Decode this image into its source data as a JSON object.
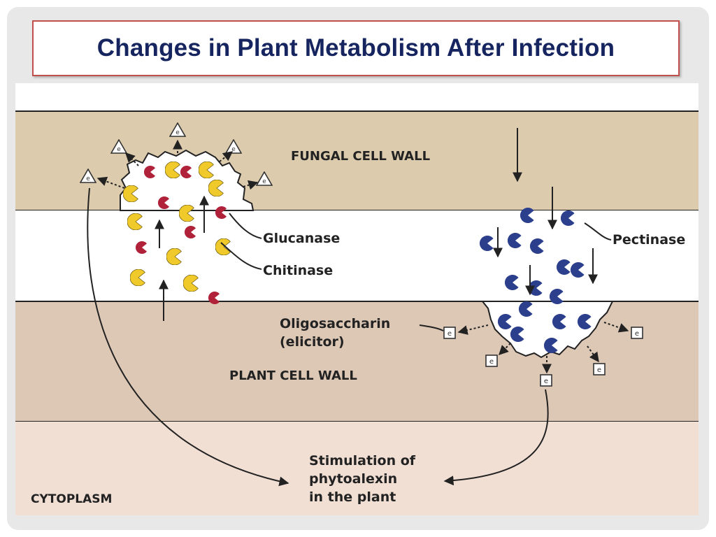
{
  "slide": {
    "title": "Changes in Plant Metabolism After Infection"
  },
  "diagram": {
    "labels": {
      "fungal_cell_wall": "FUNGAL CELL WALL",
      "plant_cell_wall": "PLANT CELL WALL",
      "cytoplasm": "CYTOPLASM",
      "glucanase": "Glucanase",
      "chitinase": "Chitinase",
      "pectinase": "Pectinase",
      "oligosaccharin_line1": "Oligosaccharin",
      "oligosaccharin_line2": "(elicitor)",
      "stimulation_line1": "Stimulation of",
      "stimulation_line2": "phytoalexin",
      "stimulation_line3": "in the plant"
    },
    "colors": {
      "fungal_wall": "#dccbad",
      "plant_wall": "#ddc8b6",
      "cytoplasm": "#f1dfd4",
      "glucanase": "#f0c92a",
      "chitinase": "#b0213a",
      "pectinase": "#2c3f8c"
    }
  }
}
